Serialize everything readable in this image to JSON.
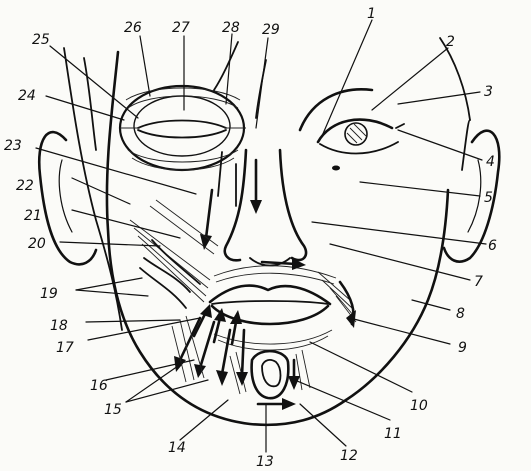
{
  "diagram": {
    "labels": [
      "1",
      "2",
      "3",
      "4",
      "5",
      "6",
      "7",
      "8",
      "9",
      "10",
      "11",
      "12",
      "13",
      "14",
      "15",
      "16",
      "17",
      "18",
      "19",
      "20",
      "21",
      "22",
      "23",
      "24",
      "25",
      "26",
      "27",
      "28",
      "29"
    ]
  },
  "colors": {
    "ink": "#111111",
    "paper": "#fbfbf8"
  }
}
